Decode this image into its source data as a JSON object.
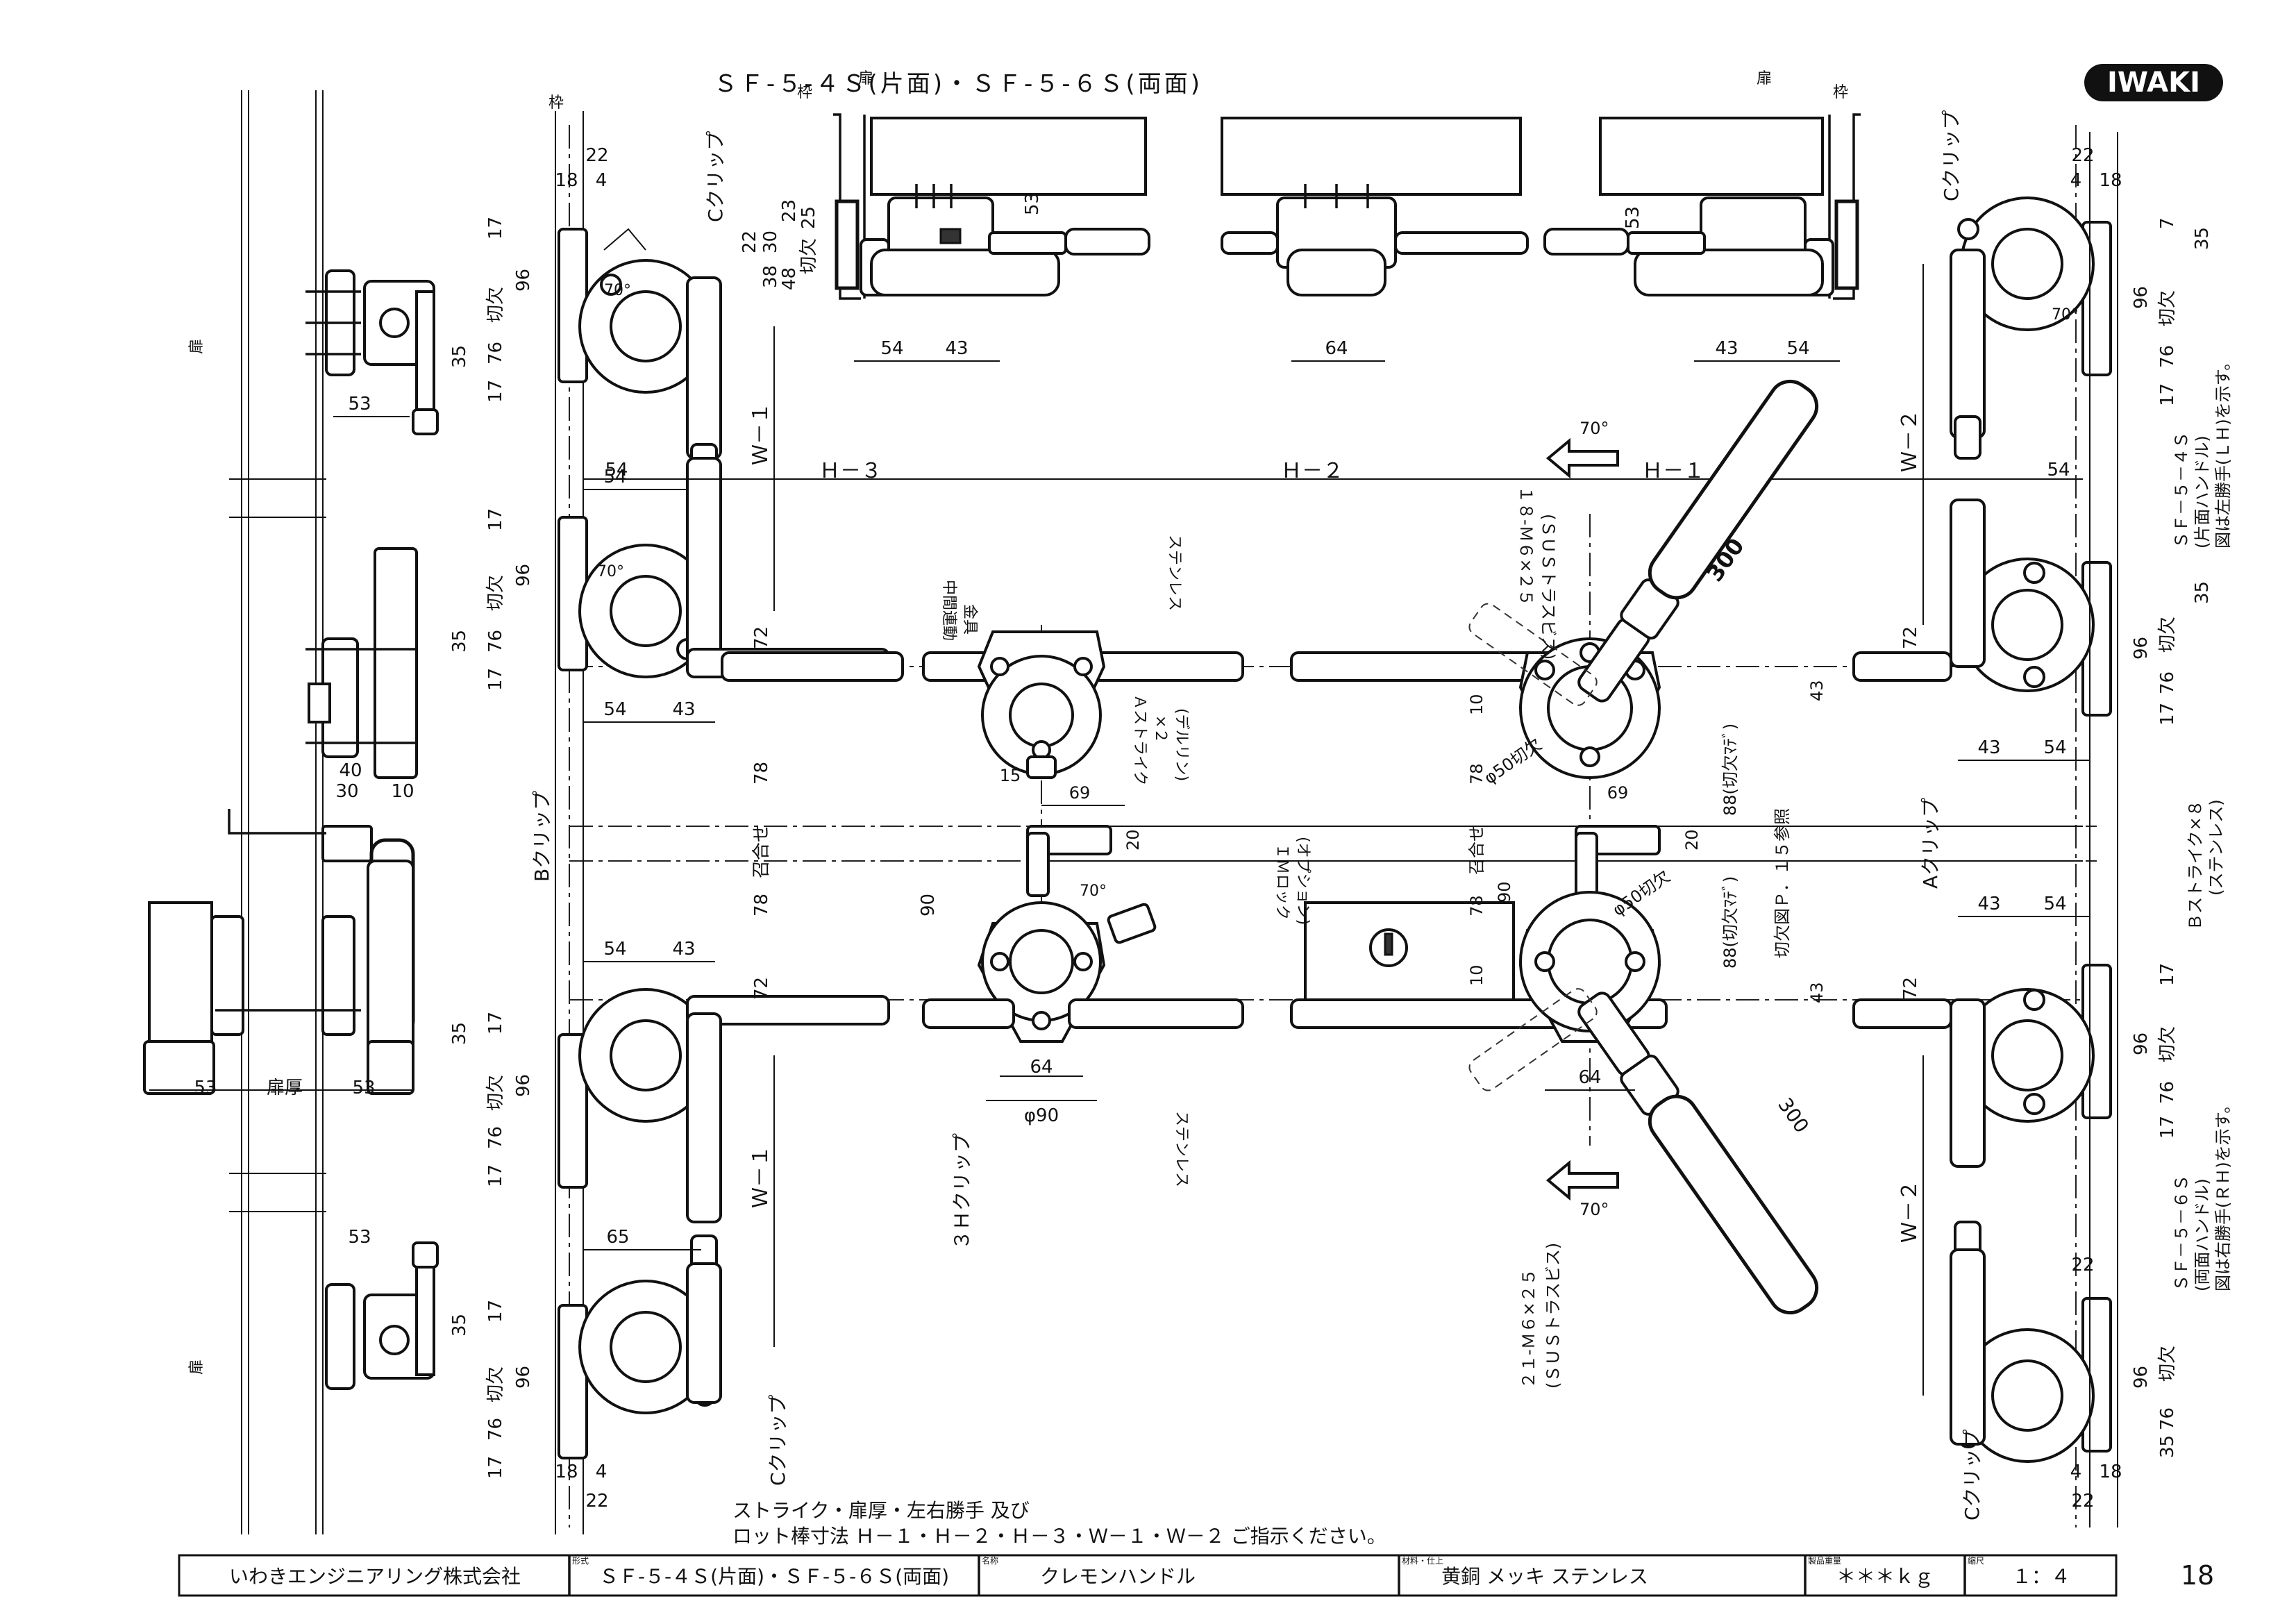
{
  "header": {
    "title": "ＳＦ-５-４Ｓ(片面)・ＳＦ-５-６Ｓ(両面)",
    "brand": "IWAKI"
  },
  "labels": {
    "waku": "枠",
    "tobira": "扉",
    "c_clip": "Cクリップ",
    "b_clip": "Bクリップ",
    "a_clip": "Aクリップ",
    "h3_clip": "３Ｈクリップ",
    "kirikaki": "切欠",
    "sus1": "ステンレス",
    "sus2": "ステンレス",
    "chukan1": "中間連動",
    "chukan2": "金具",
    "astrike1": "Ａストライク",
    "astrike2": "×２",
    "astrike3": "(デルリン)",
    "bstrike1": "Ｂストライク×８",
    "bstrike2": "(ステンレス)",
    "im1": "ＩＭロック",
    "im2": "(オプション)",
    "screw18a": "１８-Ｍ６×２５",
    "screw18b": "(ＳＵＳトラスビス)",
    "screw21a": "２１-Ｍ６×２５",
    "screw21b": "(ＳＵＳトラスビス)",
    "angle70": "70°",
    "phi50": "φ50切欠",
    "phi90": "φ90",
    "kirikaki88": "88(切欠ﾏﾃﾞ)",
    "ref": "切欠図Ｐ．１５参照",
    "awase": "召合せ",
    "tobiraatsu": "扉厚",
    "len300": "300",
    "h1": "Ｈ－１",
    "h2": "Ｈ－２",
    "h3": "Ｈ－３",
    "w1": "Ｗ－１",
    "w2": "Ｗ－２",
    "lh1": "ＳＦ－５－４Ｓ",
    "lh2": "(片面ハンドル)",
    "lh3": "図は左勝手(ＬＨ)を示す。",
    "rh1": "ＳＦ－５－６Ｓ",
    "rh2": "(両面ハンドル)",
    "rh3": "図は右勝手(ＲＨ)を示す。"
  },
  "dims": {
    "d22": "22",
    "d18": "18",
    "d4": "4",
    "d17": "17",
    "d96": "96",
    "d76": "76",
    "d7": "7",
    "d35": "35",
    "d53": "53",
    "d54": "54",
    "d43": "43",
    "d64": "64",
    "d72": "72",
    "d78": "78",
    "d40": "40",
    "d30": "30",
    "d10": "10",
    "d15": "15",
    "d69": "69",
    "d20": "20",
    "d90": "90",
    "d65": "65",
    "d23": "23",
    "d25": "25",
    "d38": "38",
    "d48": "48"
  },
  "note": {
    "line1": "ストライク・扉厚・左右勝手 及び",
    "line2": "ロット棒寸法 Ｈ－１・Ｈ－２・Ｈ－３・Ｗ－１・Ｗ－２ ご指示ください。"
  },
  "titleblock": {
    "company": "いわきエンジニアリング株式会社",
    "model_label": "形式",
    "model": "ＳＦ-５-４Ｓ(片面)・ＳＦ-５-６Ｓ(両面)",
    "name_label": "名称",
    "name": "クレモンハンドル",
    "material_label": "材料・仕上",
    "material": "黄銅 メッキ ステンレス",
    "weight_label": "製品重量",
    "weight": "＊＊＊ｋｇ",
    "scale_label": "縮尺",
    "scale": "１：４",
    "page": "18"
  }
}
